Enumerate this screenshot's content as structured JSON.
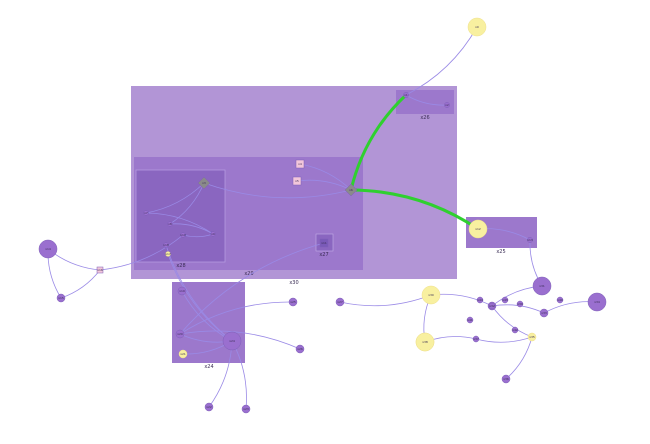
{
  "diagram": {
    "colors": {
      "background": "#ffffff",
      "cluster_outer": "#b295d6",
      "cluster_inner": "#9c78cc",
      "cluster_deep": "#8a66c0",
      "edge": "#9a8ae6",
      "edge_highlight": "#2fd02f",
      "node_purple": "#9a6fcf",
      "node_yellow": "#f8f0a0",
      "node_pink": "#f2c6da",
      "node_gray": "#8a8a8a"
    },
    "clusters": [
      {
        "id": "c30",
        "label": "x30"
      },
      {
        "id": "c29",
        "label": "x29"
      },
      {
        "id": "c28",
        "label": "x28"
      },
      {
        "id": "c27",
        "label": "x27"
      },
      {
        "id": "c26",
        "label": "x26"
      },
      {
        "id": "c25",
        "label": "x25"
      },
      {
        "id": "c24",
        "label": "x24"
      }
    ],
    "nodes": [
      {
        "id": "n01",
        "shape": "circle",
        "kind": "yellow",
        "label": "x0"
      },
      {
        "id": "n02",
        "shape": "circle",
        "kind": "purple",
        "label": "x1"
      },
      {
        "id": "n03",
        "shape": "circle",
        "kind": "purple",
        "label": "x2"
      },
      {
        "id": "n04",
        "shape": "diamond",
        "kind": "gray",
        "label": "x3"
      },
      {
        "id": "n05",
        "shape": "square",
        "kind": "pink",
        "label": "x4"
      },
      {
        "id": "n06",
        "shape": "square",
        "kind": "pink",
        "label": "x5"
      },
      {
        "id": "n07",
        "shape": "diamond",
        "kind": "gray",
        "label": "x6"
      },
      {
        "id": "n08",
        "shape": "circle",
        "kind": "purple",
        "label": "x7"
      },
      {
        "id": "n09",
        "shape": "circle",
        "kind": "purple",
        "label": "x8"
      },
      {
        "id": "n10",
        "shape": "circle",
        "kind": "purple",
        "label": "x9"
      },
      {
        "id": "n11",
        "shape": "circle",
        "kind": "purple",
        "label": "x10"
      },
      {
        "id": "n12",
        "shape": "square",
        "kind": "deep",
        "label": "x11"
      },
      {
        "id": "n13",
        "shape": "circle",
        "kind": "yellow",
        "label": "x12"
      },
      {
        "id": "n14",
        "shape": "circle",
        "kind": "purple",
        "label": "x13"
      },
      {
        "id": "n15",
        "shape": "circle",
        "kind": "purple",
        "label": "x14"
      },
      {
        "id": "n16",
        "shape": "circle",
        "kind": "purple",
        "label": "x15"
      },
      {
        "id": "n17",
        "shape": "square",
        "kind": "pink",
        "label": "x16"
      },
      {
        "id": "n18",
        "shape": "circle",
        "kind": "yellow",
        "label": "x17"
      },
      {
        "id": "n19",
        "shape": "circle",
        "kind": "purple",
        "label": "x18"
      },
      {
        "id": "n20",
        "shape": "circle",
        "kind": "purple",
        "label": "x19"
      },
      {
        "id": "n21",
        "shape": "circle",
        "kind": "purple",
        "label": "x20"
      },
      {
        "id": "n22",
        "shape": "circle",
        "kind": "yellow",
        "label": "x21"
      },
      {
        "id": "n23",
        "shape": "circle",
        "kind": "purple",
        "label": "x22"
      },
      {
        "id": "n24",
        "shape": "circle",
        "kind": "purple",
        "label": "x23"
      },
      {
        "id": "n25",
        "shape": "circle",
        "kind": "purple",
        "label": "x24"
      },
      {
        "id": "n26",
        "shape": "circle",
        "kind": "purple",
        "label": "x25"
      },
      {
        "id": "n27",
        "shape": "circle",
        "kind": "purple",
        "label": "x26"
      },
      {
        "id": "n28",
        "shape": "circle",
        "kind": "purple",
        "label": "x27"
      },
      {
        "id": "n29",
        "shape": "circle",
        "kind": "purple",
        "label": "x28"
      },
      {
        "id": "n30",
        "shape": "circle",
        "kind": "yellow",
        "label": "x29"
      },
      {
        "id": "n31",
        "shape": "circle",
        "kind": "yellow",
        "label": "x30"
      },
      {
        "id": "n32",
        "shape": "circle",
        "kind": "purple",
        "label": "x31"
      },
      {
        "id": "n33",
        "shape": "circle",
        "kind": "purple",
        "label": "x32"
      },
      {
        "id": "n34",
        "shape": "circle",
        "kind": "purple",
        "label": "x33"
      },
      {
        "id": "n35",
        "shape": "circle",
        "kind": "purple",
        "label": "x34"
      },
      {
        "id": "n36",
        "shape": "circle",
        "kind": "yellow",
        "label": "x35"
      },
      {
        "id": "n37",
        "shape": "circle",
        "kind": "purple",
        "label": "x36"
      },
      {
        "id": "n38",
        "shape": "circle",
        "kind": "purple",
        "label": "x37"
      },
      {
        "id": "n39",
        "shape": "circle",
        "kind": "yellow",
        "label": "x38"
      },
      {
        "id": "n40",
        "shape": "circle",
        "kind": "purple",
        "label": "x39"
      },
      {
        "id": "n41",
        "shape": "circle",
        "kind": "purple",
        "label": "x40"
      },
      {
        "id": "n42",
        "shape": "circle",
        "kind": "purple",
        "label": "x41"
      },
      {
        "id": "n43",
        "shape": "circle",
        "kind": "purple",
        "label": "x42"
      },
      {
        "id": "n44",
        "shape": "circle",
        "kind": "purple",
        "label": "x43"
      },
      {
        "id": "n45",
        "shape": "circle",
        "kind": "purple",
        "label": "x44"
      }
    ],
    "edges": [
      {
        "from": "n01",
        "to": "n02"
      },
      {
        "from": "n03",
        "to": "n02"
      },
      {
        "from": "n07",
        "to": "n02",
        "highlight": true
      },
      {
        "from": "n07",
        "to": "n04"
      },
      {
        "from": "n05",
        "to": "n07"
      },
      {
        "from": "n06",
        "to": "n07"
      },
      {
        "from": "n07",
        "to": "n13",
        "highlight": true
      },
      {
        "from": "n13",
        "to": "n14"
      },
      {
        "from": "n04",
        "to": "n08"
      },
      {
        "from": "n04",
        "to": "n09"
      },
      {
        "from": "n08",
        "to": "n10"
      },
      {
        "from": "n10",
        "to": "n11"
      },
      {
        "from": "n09",
        "to": "n10"
      },
      {
        "from": "n11",
        "to": "n17"
      },
      {
        "from": "n17",
        "to": "n16"
      },
      {
        "from": "n16",
        "to": "n15"
      },
      {
        "from": "n17",
        "to": "n15"
      },
      {
        "from": "n21",
        "to": "n12"
      },
      {
        "from": "n25",
        "to": "n18"
      },
      {
        "from": "n25",
        "to": "n19"
      },
      {
        "from": "n25",
        "to": "n20"
      },
      {
        "from": "n25",
        "to": "n21"
      },
      {
        "from": "n25",
        "to": "n22"
      },
      {
        "from": "n25",
        "to": "n23"
      },
      {
        "from": "n25",
        "to": "n24"
      },
      {
        "from": "n21",
        "to": "n26"
      },
      {
        "from": "n21",
        "to": "n27"
      },
      {
        "from": "n31",
        "to": "n29"
      },
      {
        "from": "n30",
        "to": "n31"
      },
      {
        "from": "n29",
        "to": "n32"
      },
      {
        "from": "n31",
        "to": "n28"
      },
      {
        "from": "n29",
        "to": "n33"
      },
      {
        "from": "n33",
        "to": "n34"
      },
      {
        "from": "n34",
        "to": "n35"
      },
      {
        "from": "n36",
        "to": "n33"
      },
      {
        "from": "n36",
        "to": "n37"
      },
      {
        "from": "n36",
        "to": "n38"
      },
      {
        "from": "n39",
        "to": "n38"
      },
      {
        "from": "n32",
        "to": "n14"
      }
    ]
  }
}
